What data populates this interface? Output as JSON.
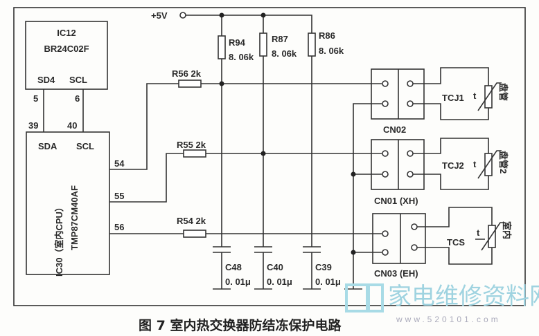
{
  "supply": {
    "label": "+5V"
  },
  "ic12": {
    "name": "IC12",
    "part": "BR24C02F",
    "pin_sd": "SD4",
    "pin_scl": "SCL",
    "pin5": "5",
    "pin6": "6"
  },
  "ic30": {
    "name": "IC30（室内CPU）",
    "part": "TMP87CM40AF",
    "pin_sda": "SDA",
    "pin_scl": "SCL",
    "pin39": "39",
    "pin40": "40",
    "pin54": "54",
    "pin55": "55",
    "pin56": "56"
  },
  "resistors": {
    "r94": {
      "name": "R94",
      "value": "8. 06k"
    },
    "r87": {
      "name": "R87",
      "value": "8. 06k"
    },
    "r86": {
      "name": "R86",
      "value": "8. 06k"
    },
    "r56": "R56  2k",
    "r55": "R55  2k",
    "r54": "R54  2k"
  },
  "capacitors": {
    "c48": {
      "name": "C48",
      "value": "0. 01μ"
    },
    "c40": {
      "name": "C40",
      "value": "0. 01μ"
    },
    "c39": {
      "name": "C39",
      "value": "0. 01μ"
    }
  },
  "connectors": {
    "cn02": "CN02",
    "cn01": "CN01 (XH)",
    "cn03": "CN03 (EH)"
  },
  "sensors": {
    "tcj1": {
      "name": "TCJ1",
      "t": "t",
      "desc": "盘管"
    },
    "tcj2": {
      "name": "TCJ2",
      "t": "t",
      "desc": "盘管2"
    },
    "tcs": {
      "name": "TCS",
      "t": "t",
      "desc": "室内"
    }
  },
  "caption": "图 7  室内热交换器防结冻保护电路",
  "watermark": {
    "text": "家电维修资料网",
    "url": "www.520101.com"
  }
}
